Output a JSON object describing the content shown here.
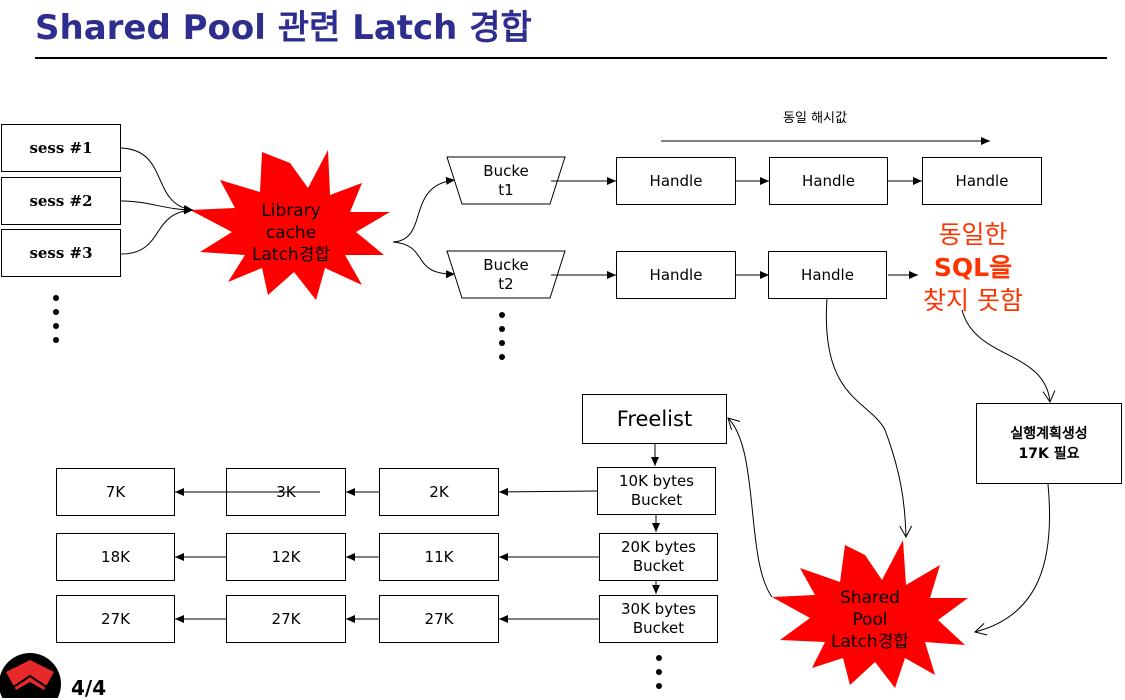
{
  "title": "Shared Pool 관련 Latch 경합",
  "sessions": [
    "sess #1",
    "sess #2",
    "sess #3"
  ],
  "library_cache_burst": [
    "Library",
    "cache",
    "Latch경합"
  ],
  "buckets": [
    [
      "Bucke",
      "t1"
    ],
    [
      "Bucke",
      "t2"
    ]
  ],
  "hash_label": "동일 해시값",
  "handle_label": "Handle",
  "sql_not_found": [
    "동일한",
    "SQL을",
    "찾지 못함"
  ],
  "exec_plan": [
    "실행계획생성",
    "17K 필요"
  ],
  "freelist": "Freelist",
  "free_buckets": [
    [
      "10K bytes",
      "Bucket"
    ],
    [
      "20K bytes",
      "Bucket"
    ],
    [
      "30K bytes",
      "Bucket"
    ]
  ],
  "chunks": [
    [
      "2K",
      "3K",
      "7K"
    ],
    [
      "11K",
      "12K",
      "18K"
    ],
    [
      "27K",
      "27K",
      "27K"
    ]
  ],
  "shared_pool_burst": [
    "Shared",
    "Pool",
    "Latch경합"
  ],
  "page_number": "4/4",
  "colors": {
    "title": "#2e2e8f",
    "burst": "#ff0000",
    "alert_text": "#ff3300",
    "logo": "#e8292b"
  }
}
